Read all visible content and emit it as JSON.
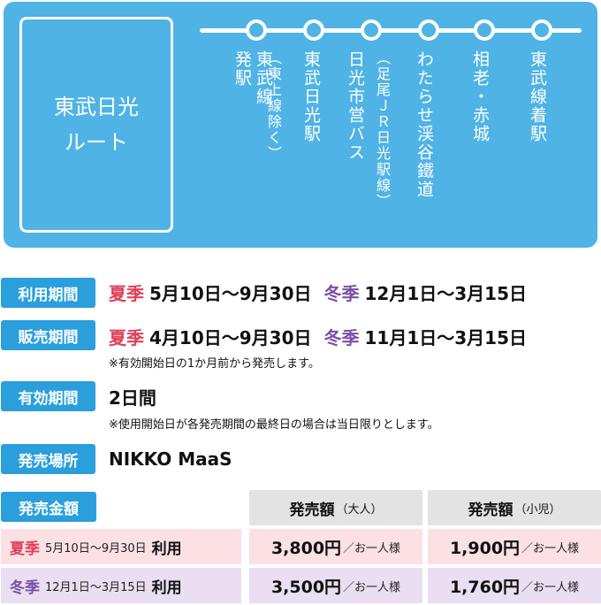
{
  "route": {
    "name": "東武日光\nルート",
    "stations": [
      "東武線\n発駅",
      "（東上線除く）",
      "東武日光駅",
      "日光市営バス",
      "（足尾ＪＲ日光駅線）",
      "わたらせ渓谷鐵道",
      "相老・赤城",
      "東武線着駅"
    ]
  },
  "info": {
    "usage_period": {
      "label": "利用期間",
      "summer_label": "夏季",
      "summer_range": "5月10日〜9月30日",
      "winter_label": "冬季",
      "winter_range": "12月1日〜3月15日"
    },
    "sales_period": {
      "label": "販売期間",
      "summer_label": "夏季",
      "summer_range": "4月10日〜9月30日",
      "winter_label": "冬季",
      "winter_range": "11月1日〜3月15日",
      "note": "※有効開始日の1か月前から発売します。"
    },
    "valid_period": {
      "label": "有効期間",
      "value": "2日間",
      "note": "※使用開始日が各発売期間の最終日の場合は当日限りとします。"
    },
    "sales_location": {
      "label": "発売場所",
      "value": "NIKKO MaaS"
    }
  },
  "price": {
    "label": "発売金額",
    "adult_header": "発売額",
    "adult_sub": "（大人）",
    "child_header": "発売額",
    "child_sub": "（小児）",
    "rows": [
      {
        "season": "夏季",
        "range": "5月10日〜9月30日",
        "use": "利用",
        "adult": "3,800円",
        "child": "1,900円",
        "unit": "／お一人様"
      },
      {
        "season": "冬季",
        "range": "12月1日〜3月15日",
        "use": "利用",
        "adult": "3,500円",
        "child": "1,760円",
        "unit": "／お一人様"
      }
    ]
  },
  "colors": {
    "route_panel": "#4fb3e6",
    "label_tag": "#2a9fdc",
    "summer": "#e0405a",
    "winter": "#7a4fa8",
    "summer_row": "#fbe0e4",
    "winter_row": "#e9def2"
  }
}
